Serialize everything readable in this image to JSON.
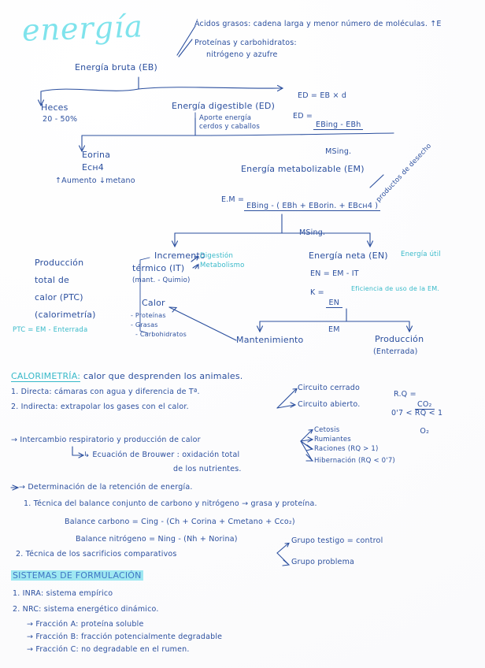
{
  "page": {
    "title": "energía",
    "ink_color": "#2b4f9e",
    "accent_color": "#4fd2dd",
    "paper_color": "#fdfdfe"
  },
  "diagram": {
    "nodes": {
      "energia_bruta": "Energía bruta (EB)",
      "heces": "Heces",
      "heces_pct": "20 - 50%",
      "energia_digestible": "Energía digestible (ED)",
      "aporte_1": "Aporte energía",
      "aporte_2": "cerdos y caballos",
      "orina_1": "Eorina",
      "orina_2": "Ecн4",
      "orina_3": "↑Aumento ↓metano",
      "energia_metabolizable": "Energía metabolizable (EM)",
      "productos_desecho": "productos de desecho",
      "incremento_1": "Incremento",
      "incremento_2": "térmico (IT)",
      "incremento_3": "(mant. - Quimio)",
      "digestion": "Digestión",
      "metabolismo": "Metabolismo",
      "energia_neta": "Energía neta (EN)",
      "energia_util": "Energía útil",
      "calor": "Calor",
      "calor_item1": "- Proteínas",
      "calor_item2": "- Grasas",
      "calor_item3": "- Carbohidratos",
      "mantenimiento": "Mantenimiento",
      "produccion_1": "Producción",
      "produccion_2": "(Enterrada)",
      "ptc_1": "Producción",
      "ptc_2": "total de",
      "ptc_3": "calor (PTC)",
      "ptc_4": "(calorimetría)",
      "ptc_formula": "PTC = EM - Enterrada"
    },
    "annotations": {
      "acidos_grasos": "Ácidos grasos: cadena larga y menor número de moléculas. ↑E",
      "proteinas_carbo": "Proteínas y carbohidratos:",
      "nitrogeno_azufre": "nitrógeno y azufre"
    },
    "formulas": {
      "ed_simple": "ED = EB × d",
      "ed_label": "ED =",
      "ed_num": "EBing - EBh",
      "ed_den": "MSing.",
      "em_label": "E.M =",
      "em_num": "EBing - ( EBh + EBorin. + EBcн4 )",
      "em_den": "MSing.",
      "en_eq": "EN = EM - IT",
      "k_label": "K =",
      "k_num": "EN",
      "k_den": "EM",
      "k_desc": "Eficiencia de uso de la EM."
    }
  },
  "calorimetria": {
    "heading": "CALORIMETRÍA:",
    "heading_rest": " calor que desprenden los animales.",
    "item1": "1. Directa: cámaras con agua y diferencia de Tª.",
    "item2": "2. Indirecta: extrapolar los gases con el calor.",
    "circuito_cerrado": "Circuito cerrado",
    "circuito_abierto": "Circuito abierto.",
    "intercambio": "→ Intercambio respiratorio y producción de calor",
    "brouwer_1": "↳ Ecuación de Brouwer : oxidación total",
    "brouwer_2": "de los nutrientes.",
    "rq_list": [
      "Cetosis",
      "Rumiantes",
      "Raciones (RQ > 1)",
      "Hibernación (RQ < 0'7)"
    ],
    "rq_label": "R.Q =",
    "rq_num": "CO₂",
    "rq_den": "O₂",
    "rq_range": "0'7 < RQ < 1"
  },
  "retencion": {
    "heading": "→ Determinación de la retención de energía.",
    "item1": "1. Técnica del balance conjunto de carbono y nitrógeno → grasa y proteína.",
    "balance_c": "Balance carbono = Cing - (Ch + Corina + Cmetano + Cco₂)",
    "balance_n": "Balance nitrógeno = Ning - (Nh + Norina)",
    "item2": "2. Técnica de los sacrificios comparativos",
    "grupo_testigo": "Grupo testigo = control",
    "grupo_problema": "Grupo problema"
  },
  "sistemas": {
    "heading": "SISTEMAS DE FORMULACIÓN",
    "item1": "1. INRA: sistema empírico",
    "item2": "2. NRC: sistema energético dinámico.",
    "frac_a": "→ Fracción A: proteína soluble",
    "frac_b": "→ Fracción B: fracción potencialmente degradable",
    "frac_c": "→ Fracción C: no degradable en el rumen."
  }
}
